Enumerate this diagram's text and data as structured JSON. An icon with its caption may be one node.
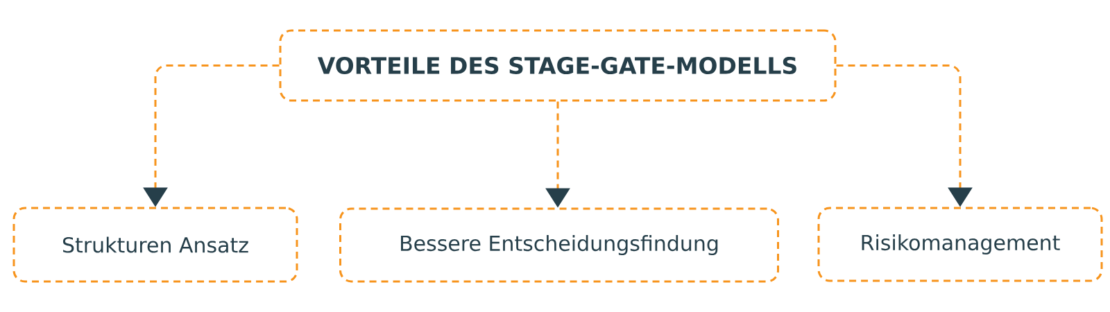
{
  "diagram": {
    "nodes": [
      {
        "text": [
          "VORTEILE DES STAGE-GATE-MODELLS"
        ]
      },
      {
        "text": [
          "Strukturen Ansatz"
        ]
      },
      {
        "text": [
          "Bessere Entscheidungsfindung"
        ]
      },
      {
        "text": [
          "Risikomanagement"
        ]
      }
    ],
    "edges": [
      {
        "from": 0,
        "to": 1,
        "arrow": "to"
      },
      {
        "from": 0,
        "to": 2,
        "arrow": "to"
      },
      {
        "from": 0,
        "to": 3,
        "arrow": "to"
      }
    ]
  }
}
